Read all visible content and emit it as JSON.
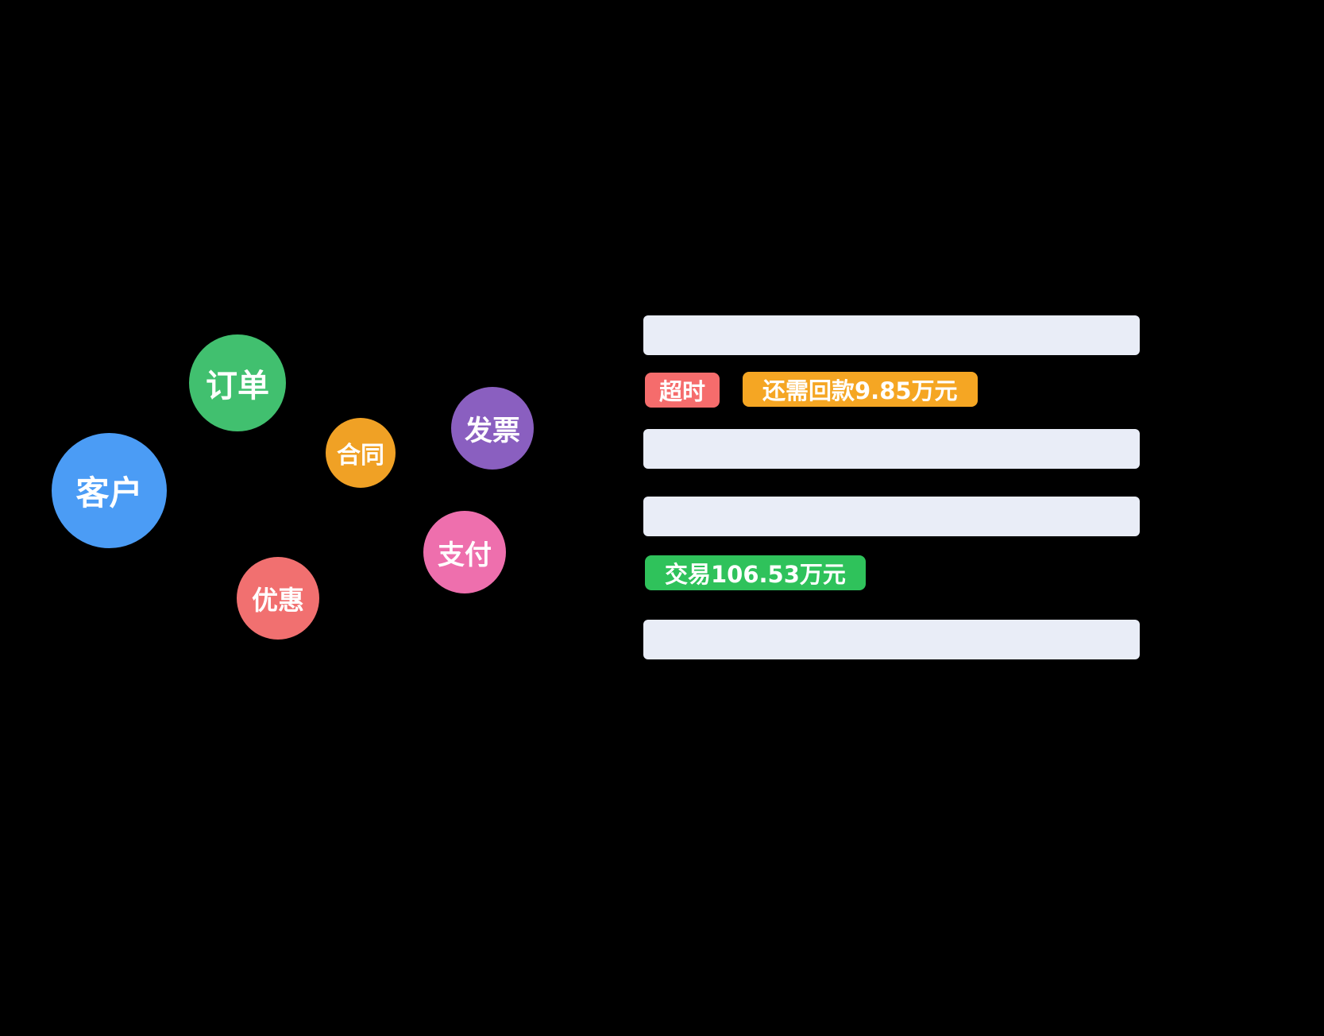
{
  "canvas": {
    "background_color": "#000000"
  },
  "bubbles": [
    {
      "id": "customer",
      "label": "客户",
      "color": "#4b9cf5"
    },
    {
      "id": "order",
      "label": "订单",
      "color": "#41c06f"
    },
    {
      "id": "contract",
      "label": "合同",
      "color": "#f0a125"
    },
    {
      "id": "invoice",
      "label": "发票",
      "color": "#8a5fc0"
    },
    {
      "id": "payment",
      "label": "支付",
      "color": "#ee6fad"
    },
    {
      "id": "discount",
      "label": "优惠",
      "color": "#f17070"
    }
  ],
  "panel": {
    "skeleton_bar_color": "#e9edf7",
    "badges": {
      "overdue": {
        "label": "超时",
        "color": "#f56c6c"
      },
      "payback": {
        "label": "还需回款9.85万元",
        "color": "#f5a623"
      },
      "deal": {
        "label": "交易106.53万元",
        "color": "#2fc25b"
      }
    }
  }
}
